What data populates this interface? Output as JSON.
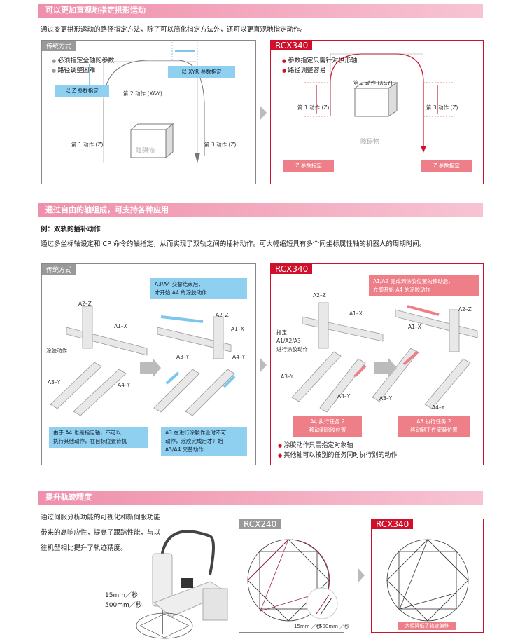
{
  "section1": {
    "header": "可以更加直观地指定拱形运动",
    "intro": "通过变更拱形运动的路径指定方法，除了可以简化指定方法外，还可以更直观地指定动作。",
    "left": {
      "tag": "传统方式",
      "bullets": [
        "必须指定全轴的参数",
        "路径调整困难"
      ],
      "callout_xyr": "以 XYR 参数指定",
      "callout_z": "以 Z 参数指定",
      "move2": "第 2 动作 (X&Y)",
      "move1": "第 1 动作 (Z)",
      "move3": "第 3 动作 (Z)",
      "obstacle": "障碍物"
    },
    "right": {
      "tag": "RCX340",
      "bullets": [
        "参数指定只需针对拱形轴",
        "路径调整容易"
      ],
      "move2": "第 2 动作 (X&Y)",
      "move1": "第 1 动作 (Z)",
      "move3": "第 3 动作 (Z)",
      "obstacle": "障碍物",
      "callout_left": "Z 参数指定",
      "callout_right": "Z 参数指定"
    }
  },
  "section2": {
    "header": "通过自由的轴组成，可支持各种应用",
    "example": "例：双轨的插补动作",
    "intro": "通过多坐标轴设定和 CP 命令的轴指定，从而实现了双轨之间的插补动作。可大幅缩短具有多个同坐标属性轴的机器人的周期时间。",
    "left": {
      "tag": "传统方式",
      "axes": {
        "a2z": "A2–Z",
        "a1x": "A1–X",
        "a3y": "A3–Y",
        "a4y": "A4–Y"
      },
      "coating": "涂胶动作",
      "callout_top": [
        "A3/A4 交替结束后，",
        "才开始 A4 的涂胶动作"
      ],
      "callout_bl": [
        "由于 A4 也是指定轴，不可以",
        "执行其他动作，在目标位置待机"
      ],
      "callout_br": [
        "A3 在进行涂胶作业时不可",
        "动作，涂胶完成后才开始",
        "A3/A4 交替动作"
      ]
    },
    "right": {
      "tag": "RCX340",
      "axes": {
        "a2z": "A2–Z",
        "a1x": "A1–X",
        "a3y": "A3–Y",
        "a4y": "A4–Y"
      },
      "designate": [
        "指定",
        "A1/A2/A3",
        "进行涂胶动作"
      ],
      "callout_top": [
        "A1/A2 完成到涂胶位置的移动后，",
        "立即开始 A4 的涂胶动作"
      ],
      "callout_bl": [
        "A4 执行任务 2",
        "移动到涂胶位置"
      ],
      "callout_br": [
        "A3 执行任务 2",
        "移动到工件安装位置"
      ],
      "bullets": [
        "涂胶动作只需指定对象轴",
        "其他轴可以按别的任务同时执行别的动作"
      ]
    }
  },
  "section3": {
    "header": "提升轨迹精度",
    "intro": [
      "通过伺服分析功能的可视化和新伺服功能",
      "带来的高响应性，提高了跟踪性能，与以",
      "往机型相比提升了轨迹精度。"
    ],
    "speed1": "15mm／秒",
    "speed2": "500mm／秒",
    "old": {
      "tag": "RCX240",
      "legend1": "15mm ／秒",
      "legend2": "500mm ／秒"
    },
    "new": {
      "tag": "RCX340",
      "callout": "大幅降低了轨迹偏移"
    }
  }
}
